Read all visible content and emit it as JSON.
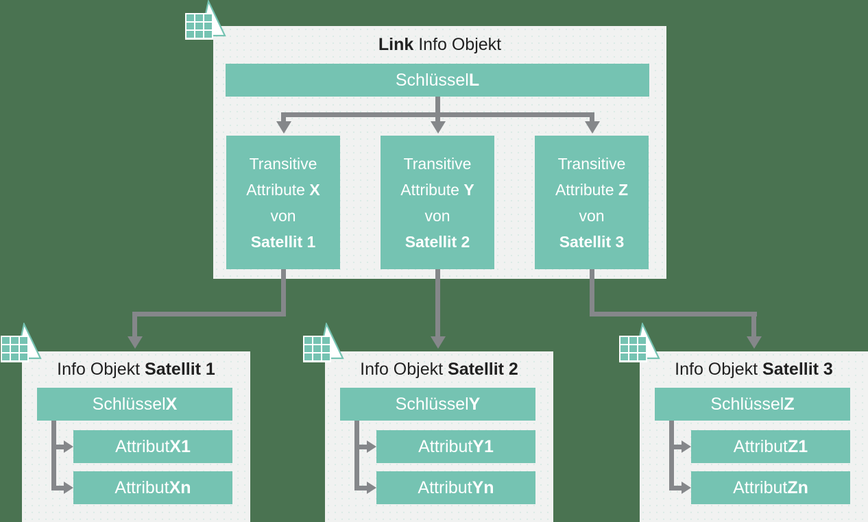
{
  "colors": {
    "background": "#4a7351",
    "accent_teal": "#75c3b2",
    "panel_background": "#f1f2f1",
    "connector_gray": "#85878a",
    "title_text": "#212121",
    "bar_text": "#ffffff"
  },
  "icons": {
    "infoobject_icon": "grid-with-triangle-icon"
  },
  "link_panel": {
    "title": {
      "bold": "Link",
      "rest": " Info Objekt"
    },
    "key_bar": {
      "label": "Schlüssel ",
      "bold": "L"
    },
    "transitive_boxes": [
      {
        "line1": "Transitive",
        "line2": "Attribute ",
        "line2_bold": "X",
        "line3": "von",
        "line4_bold": "Satellit 1"
      },
      {
        "line1": "Transitive",
        "line2": "Attribute ",
        "line2_bold": "Y",
        "line3": "von",
        "line4_bold": "Satellit 2"
      },
      {
        "line1": "Transitive",
        "line2": "Attribute ",
        "line2_bold": "Z",
        "line3": "von",
        "line4_bold": "Satellit 3"
      }
    ]
  },
  "satellite_panels": [
    {
      "title": {
        "label": "Info Objekt ",
        "bold": "Satellit 1"
      },
      "key_bar": {
        "label": "Schlüssel ",
        "bold": "X"
      },
      "attribute_bars": [
        {
          "label": "Attribut ",
          "bold": "X1"
        },
        {
          "label": "Attribut ",
          "bold": "Xn"
        }
      ]
    },
    {
      "title": {
        "label": "Info Objekt ",
        "bold": "Satellit 2"
      },
      "key_bar": {
        "label": "Schlüssel ",
        "bold": "Y"
      },
      "attribute_bars": [
        {
          "label": "Attribut ",
          "bold": "Y1"
        },
        {
          "label": "Attribut ",
          "bold": "Yn"
        }
      ]
    },
    {
      "title": {
        "label": "Info Objekt ",
        "bold": "Satellit 3"
      },
      "key_bar": {
        "label": "Schlüssel ",
        "bold": "Z"
      },
      "attribute_bars": [
        {
          "label": "Attribut ",
          "bold": "Z1"
        },
        {
          "label": "Attribut ",
          "bold": "Zn"
        }
      ]
    }
  ]
}
